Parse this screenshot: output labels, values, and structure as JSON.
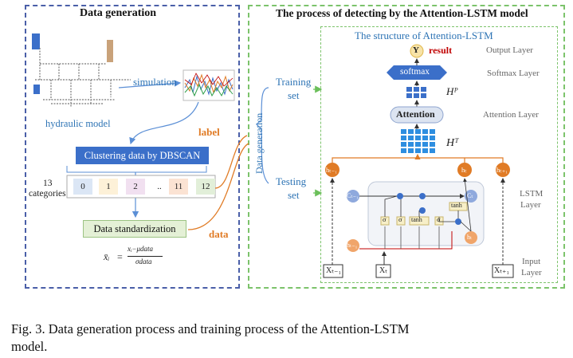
{
  "left_panel": {
    "title": "Data generation",
    "simulation_label": "simulation",
    "hydraulic_model_label": "hydraulic model",
    "clustering_label": "Clustering data by DBSCAN",
    "label_tag": "label",
    "categories_count": "13",
    "categories_word": "categories",
    "categories": [
      "0",
      "1",
      "2",
      "..",
      "11",
      "12"
    ],
    "category_colors": [
      "#dbe6f5",
      "#fdf1d8",
      "#f1e0f0",
      "#ffffff",
      "#fbe3d3",
      "#e2efd9"
    ],
    "standardization_label": "Data standardization",
    "data_tag": "data",
    "formula_lhs": "x̄ᵢ",
    "formula_num": "xᵢ−μdata",
    "formula_den": "σdata"
  },
  "right_panel": {
    "title": "The process of detecting by the Attention-LSTM model",
    "structure_title": "The structure of Attention-LSTM",
    "data_generation_vertical": "Data generation",
    "training_set_line1": "Training",
    "training_set_line2": "set",
    "testing_set_line1": "Testing",
    "testing_set_line2": "set",
    "output_y": "Y",
    "result_label": "result",
    "softmax_label": "softmax",
    "hp_label": "Hᴾ",
    "attention_label": "Attention",
    "ht_label": "Hᵀ",
    "layers": {
      "output": "Output Layer",
      "softmax": "Softmax Layer",
      "attention": "Attention Layer",
      "lstm_line1": "LSTM",
      "lstm_line2": "Layer",
      "input_line1": "Input",
      "input_line2": "Layer"
    },
    "hidden_nodes": [
      "hₜ₋₁",
      "hₜ",
      "hₜ₊₁"
    ],
    "cell_in": "Cₜ₋₁",
    "cell_out": "Cₜ",
    "h_in": "hₜ₋₁",
    "h_out": "hₜ",
    "gates": [
      "σ",
      "σ",
      "tanh",
      "σ"
    ],
    "tanh_out": "tanh",
    "inputs": [
      "Xₜ₋₁",
      "Xₜ",
      "Xₜ₊₁"
    ]
  },
  "caption": {
    "line1": "Fig. 3.   Data generation process and training process of the Attention-LSTM",
    "line2": "model."
  }
}
